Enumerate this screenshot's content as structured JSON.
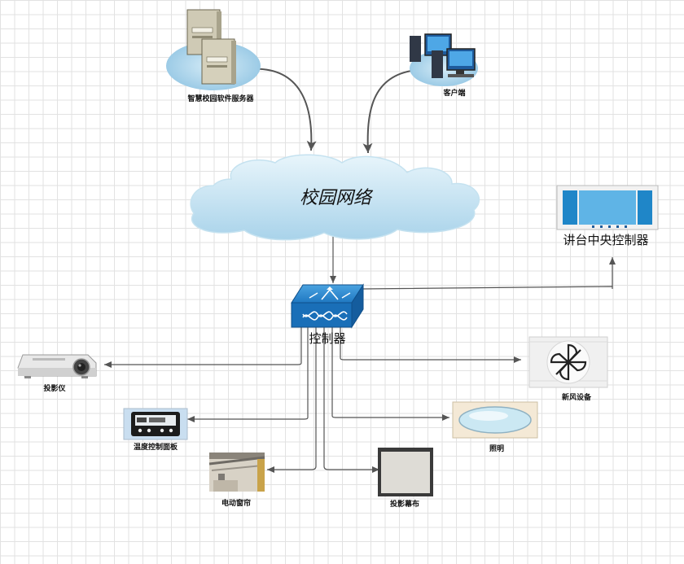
{
  "nodes": {
    "server": {
      "label": "智慧校园软件服务器",
      "icon": "server-icon"
    },
    "client": {
      "label": "客户端",
      "icon": "desktop-computer-icon"
    },
    "network": {
      "label": "校园网络",
      "icon": "cloud-icon"
    },
    "controller": {
      "label": "控制器",
      "icon": "switch-icon"
    },
    "podium": {
      "label": "讲台中央控制器",
      "icon": "control-panel-icon"
    },
    "projector": {
      "label": "投影仪",
      "icon": "projector-icon"
    },
    "temp_panel": {
      "label": "温度控制面板",
      "icon": "thermostat-icon"
    },
    "curtain": {
      "label": "电动窗帘",
      "icon": "curtain-icon"
    },
    "screen": {
      "label": "投影幕布",
      "icon": "projection-screen-icon"
    },
    "lighting": {
      "label": "照明",
      "icon": "ceiling-light-icon"
    },
    "ventilation": {
      "label": "新风设备",
      "icon": "fan-icon"
    }
  },
  "colors": {
    "line": "#555555",
    "switch": "#1a6fb8",
    "cloud": "#bfe0ef"
  }
}
